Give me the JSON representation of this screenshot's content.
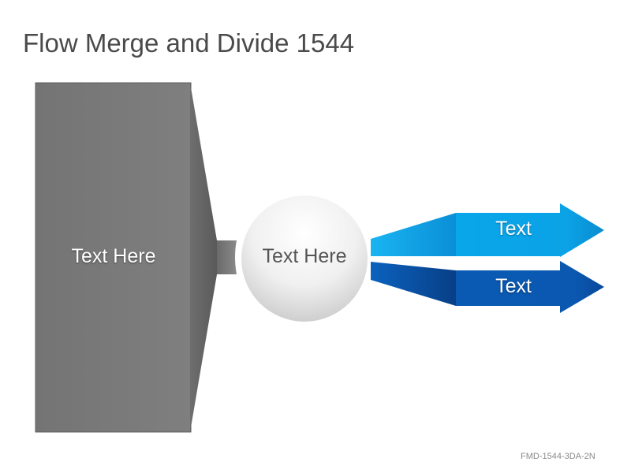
{
  "title": "Flow Merge and Divide 1544",
  "diagram": {
    "source_box": {
      "label": "Text Here"
    },
    "merge_circle": {
      "label": "Text Here"
    },
    "outputs": [
      {
        "label": "Text"
      },
      {
        "label": "Text"
      }
    ]
  },
  "footer": {
    "code": "FMD-1544-3DA-2N"
  },
  "colors": {
    "box_gray": "#7d7d7d",
    "arrow_top": "#0aa6ea",
    "arrow_bottom": "#0a5bb5"
  }
}
